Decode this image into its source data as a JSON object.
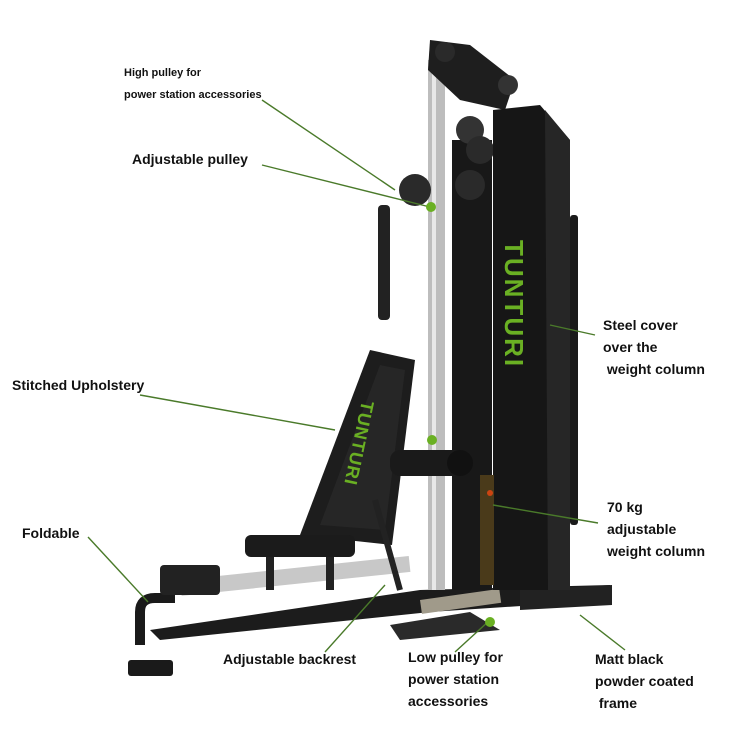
{
  "brand": "TUNTURI",
  "colors": {
    "accent": "#6ab023",
    "leader": "#4a7a2a",
    "frame": "#1a1a1a"
  },
  "labels": {
    "high_pulley": [
      "High pulley for",
      "power station accessories"
    ],
    "adjustable_pulley": [
      "Adjustable pulley"
    ],
    "stitched_upholstery": [
      "Stitched Upholstery"
    ],
    "foldable": [
      "Foldable"
    ],
    "adjustable_backrest": [
      "Adjustable backrest"
    ],
    "low_pulley": [
      "Low pulley for",
      "power station",
      "accessories"
    ],
    "matt_black": [
      "Matt black",
      "powder coated",
      " frame"
    ],
    "weight_column": [
      "70 kg",
      "adjustable",
      "weight column"
    ],
    "steel_cover": [
      "Steel cover",
      "over the",
      " weight column"
    ]
  }
}
